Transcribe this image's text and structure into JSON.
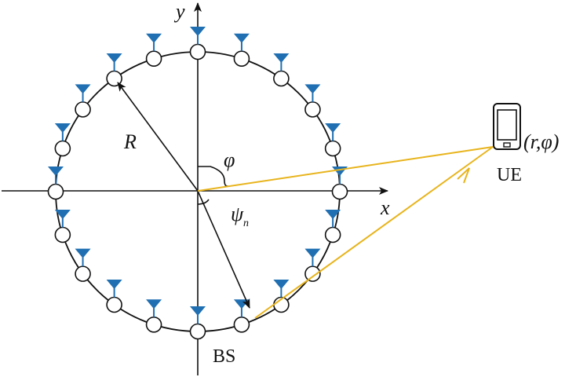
{
  "labels": {
    "y_axis": "y",
    "x_axis": "x",
    "radius": "R",
    "angle_phi": "φ",
    "angle_psi": "ψ",
    "angle_psi_sub": "n",
    "ue_coord": "(r,φ)",
    "ue": "UE",
    "bs": "BS"
  },
  "colors": {
    "antenna": "#1f6fb2",
    "signal": "#e8b41c",
    "stroke": "#111111"
  },
  "antenna_count": 20,
  "icons": [
    "antenna-icon",
    "phone-icon"
  ]
}
